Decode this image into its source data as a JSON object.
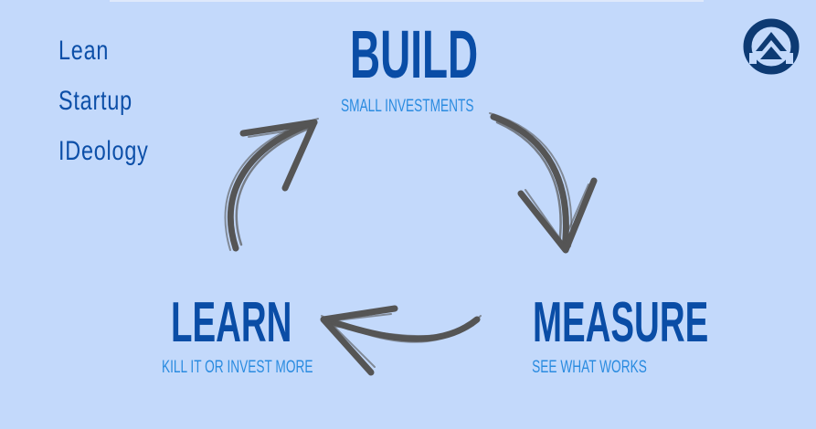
{
  "title_lines": [
    "Lean",
    "Startup",
    "IDeology"
  ],
  "cycle": {
    "build": {
      "label": "BUILD",
      "sub": "SMALL INVESTMENTS"
    },
    "measure": {
      "label": "MEASURE",
      "sub": "SEE WHAT WORKS"
    },
    "learn": {
      "label": "LEARN",
      "sub": "KILL IT OR INVEST MORE"
    }
  },
  "icons": {
    "logo": "circular-emblem-logo",
    "arrows": "hand-drawn-cycle-arrows"
  },
  "colors": {
    "background": "#c3d9fb",
    "heading": "#0a4da6",
    "subtext": "#2a8be0",
    "arrow": "#555555",
    "logo": "#0d3a73"
  }
}
